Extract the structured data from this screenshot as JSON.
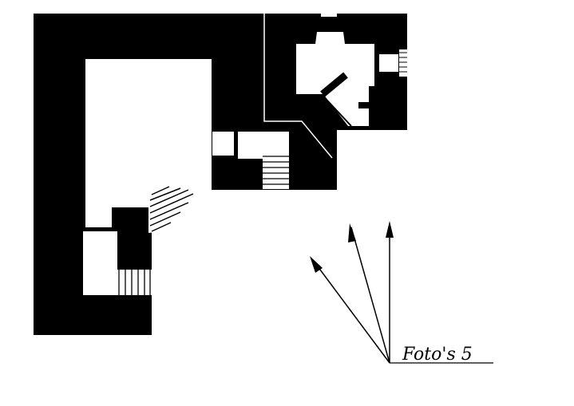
{
  "figure": {
    "caption": "Foto's 5",
    "colors": {
      "ink": "#000000",
      "paper": "#ffffff"
    },
    "photo_directions": [
      {
        "label": "arrow-left",
        "bearing_deg": -38
      },
      {
        "label": "arrow-middle",
        "bearing_deg": -15
      },
      {
        "label": "arrow-right",
        "bearing_deg": 0
      }
    ]
  }
}
